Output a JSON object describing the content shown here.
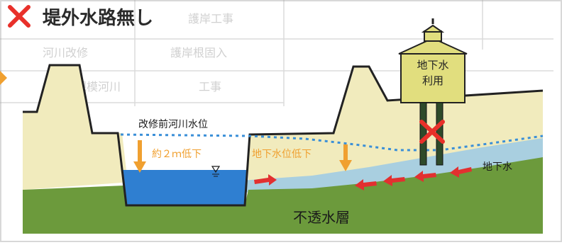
{
  "header": {
    "mark": "×",
    "title": "堤外水路無し"
  },
  "faded_background": {
    "rows": [
      [
        "",
        "護岸工事"
      ],
      [
        "",
        "護岸根固入",
        "河川改修"
      ],
      [
        "",
        "工事",
        "中規模河川"
      ]
    ]
  },
  "labels": {
    "river_level_before": "改修前河川水位",
    "drop_amount": "約２ｍ低下",
    "groundwater_drop": "地下水位低下",
    "groundwater": "地下水",
    "impermeable_layer": "不透水層",
    "building_line1": "地下水",
    "building_line2": "利用"
  },
  "colors": {
    "mark_red": "#e8302a",
    "ground_green": "#6c9a3c",
    "soil_beige": "#f1ebbd",
    "aquifer_blue": "#a9cfe0",
    "river_blue": "#2f7fd1",
    "building_yellow": "#e1de7e",
    "arrow_orange": "#f0a030",
    "flow_red": "#e23030",
    "dotted_water_line": "#3a8fd8"
  },
  "icons": {
    "title_mark": "red-x-mark",
    "well_block": "red-x-mark",
    "water_level": "water-level-triangle"
  }
}
